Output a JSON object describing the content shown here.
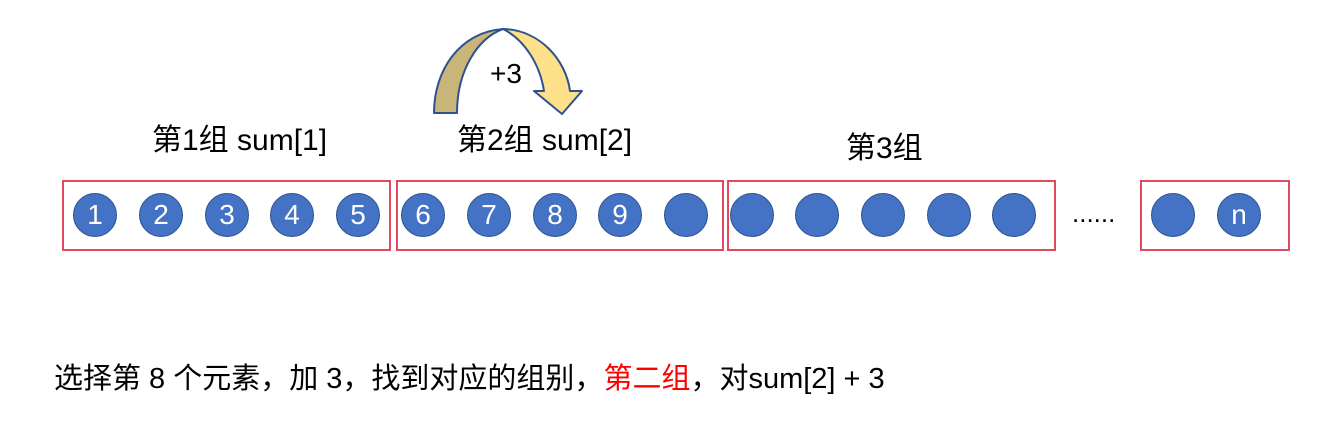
{
  "arrow": {
    "label": "+3",
    "fill_left": "#c9b57a",
    "fill_right": "#fde08a",
    "stroke": "#2f528f"
  },
  "groups": [
    {
      "label": "第1组 sum[1]",
      "elements": [
        "1",
        "2",
        "3",
        "4",
        "5"
      ]
    },
    {
      "label": "第2组 sum[2]",
      "elements": [
        "6",
        "7",
        "8",
        "9",
        ""
      ]
    },
    {
      "label": "第3组",
      "elements": [
        "",
        "",
        "",
        "",
        ""
      ]
    },
    {
      "label": "",
      "elements": [
        "",
        "n"
      ]
    }
  ],
  "ellipsis": "......",
  "caption": {
    "prefix": "选择第 8 个元素，加 3，找到对应的组别，",
    "highlight": "第二组",
    "suffix": "，对sum[2] + 3"
  },
  "colors": {
    "ball_fill": "#4472c4",
    "ball_stroke": "#2f528f",
    "box_border": "#e04a5a",
    "highlight_text": "#ff0000"
  }
}
